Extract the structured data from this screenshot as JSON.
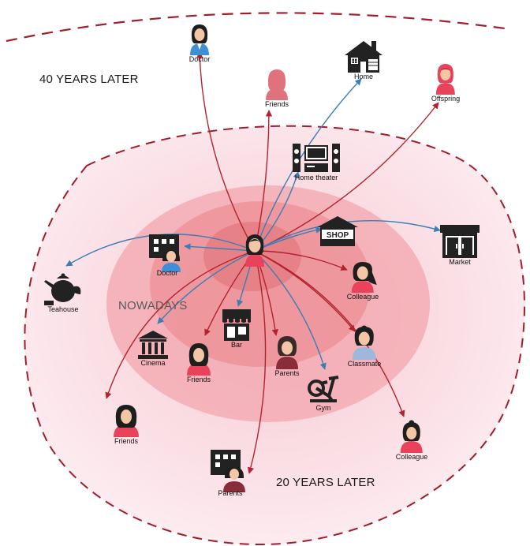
{
  "zones": {
    "forty_years_later": "40 YEARS LATER",
    "twenty_years_later": "20 YEARS LATER",
    "nowadays": "NOWADAYS"
  },
  "colors": {
    "outer_zone_fill": "#fbe3ea",
    "mid_zone_fill": "#f3a6ad",
    "inner_zone_fill": "#ea8489",
    "core_fill": "#e07075",
    "dashed_border": "#a01d2c",
    "arrow_red": "#b3222e",
    "arrow_blue": "#3b7eb3",
    "person_red": "#e8435a",
    "icon_dark": "#222222"
  },
  "center_person": {
    "icon": "person-icon"
  },
  "nodes": {
    "doctor_40": {
      "label": "Doctor",
      "icon": "female-doctor-icon"
    },
    "friends_40": {
      "label": "Friends",
      "icon": "female-silhouette-icon"
    },
    "home_40": {
      "label": "Home",
      "icon": "house-icon"
    },
    "offspring_40": {
      "label": "Offspring",
      "icon": "female-person-icon"
    },
    "home_theater": {
      "label": "Home theater",
      "icon": "home-theater-icon"
    },
    "shop": {
      "label": "SHOP",
      "icon": "shop-icon"
    },
    "market": {
      "label": "Market",
      "icon": "market-icon"
    },
    "teahouse": {
      "label": "Teahouse",
      "icon": "teapot-icon"
    },
    "doctor_now": {
      "label": "Doctor",
      "icon": "hospital-doctor-icon"
    },
    "colleague_now": {
      "label": "Colleague",
      "icon": "female-person-icon"
    },
    "cinema": {
      "label": "Cinema",
      "icon": "cinema-building-icon"
    },
    "bar": {
      "label": "Bar",
      "icon": "storefront-icon"
    },
    "friends_now": {
      "label": "Friends",
      "icon": "female-person-icon"
    },
    "parents_now": {
      "label": "Parents",
      "icon": "parent-person-icon"
    },
    "classmate": {
      "label": "Classmate",
      "icon": "female-person-icon"
    },
    "gym": {
      "label": "Gym",
      "icon": "gym-bike-icon"
    },
    "friends_20": {
      "label": "Friends",
      "icon": "female-person-icon"
    },
    "colleague_20": {
      "label": "Colleague",
      "icon": "female-person-icon"
    },
    "parents_20": {
      "label": "Parents",
      "icon": "hospital-parent-icon"
    }
  },
  "links": [
    {
      "to": "doctor_40",
      "color": "red"
    },
    {
      "to": "friends_40",
      "color": "red"
    },
    {
      "to": "home_40",
      "color": "blue"
    },
    {
      "to": "offspring_40",
      "color": "red"
    },
    {
      "to": "home_theater",
      "color": "blue"
    },
    {
      "to": "shop",
      "color": "blue"
    },
    {
      "to": "market",
      "color": "blue"
    },
    {
      "to": "teahouse",
      "color": "blue"
    },
    {
      "to": "doctor_now",
      "color": "blue"
    },
    {
      "to": "colleague_now",
      "color": "red"
    },
    {
      "to": "cinema",
      "color": "blue"
    },
    {
      "to": "bar",
      "color": "blue"
    },
    {
      "to": "friends_now",
      "color": "red"
    },
    {
      "to": "parents_now",
      "color": "red"
    },
    {
      "to": "classmate",
      "color": "red"
    },
    {
      "to": "gym",
      "color": "blue"
    },
    {
      "to": "friends_20",
      "color": "red"
    },
    {
      "to": "colleague_20",
      "color": "red"
    },
    {
      "to": "parents_20",
      "color": "red"
    }
  ]
}
